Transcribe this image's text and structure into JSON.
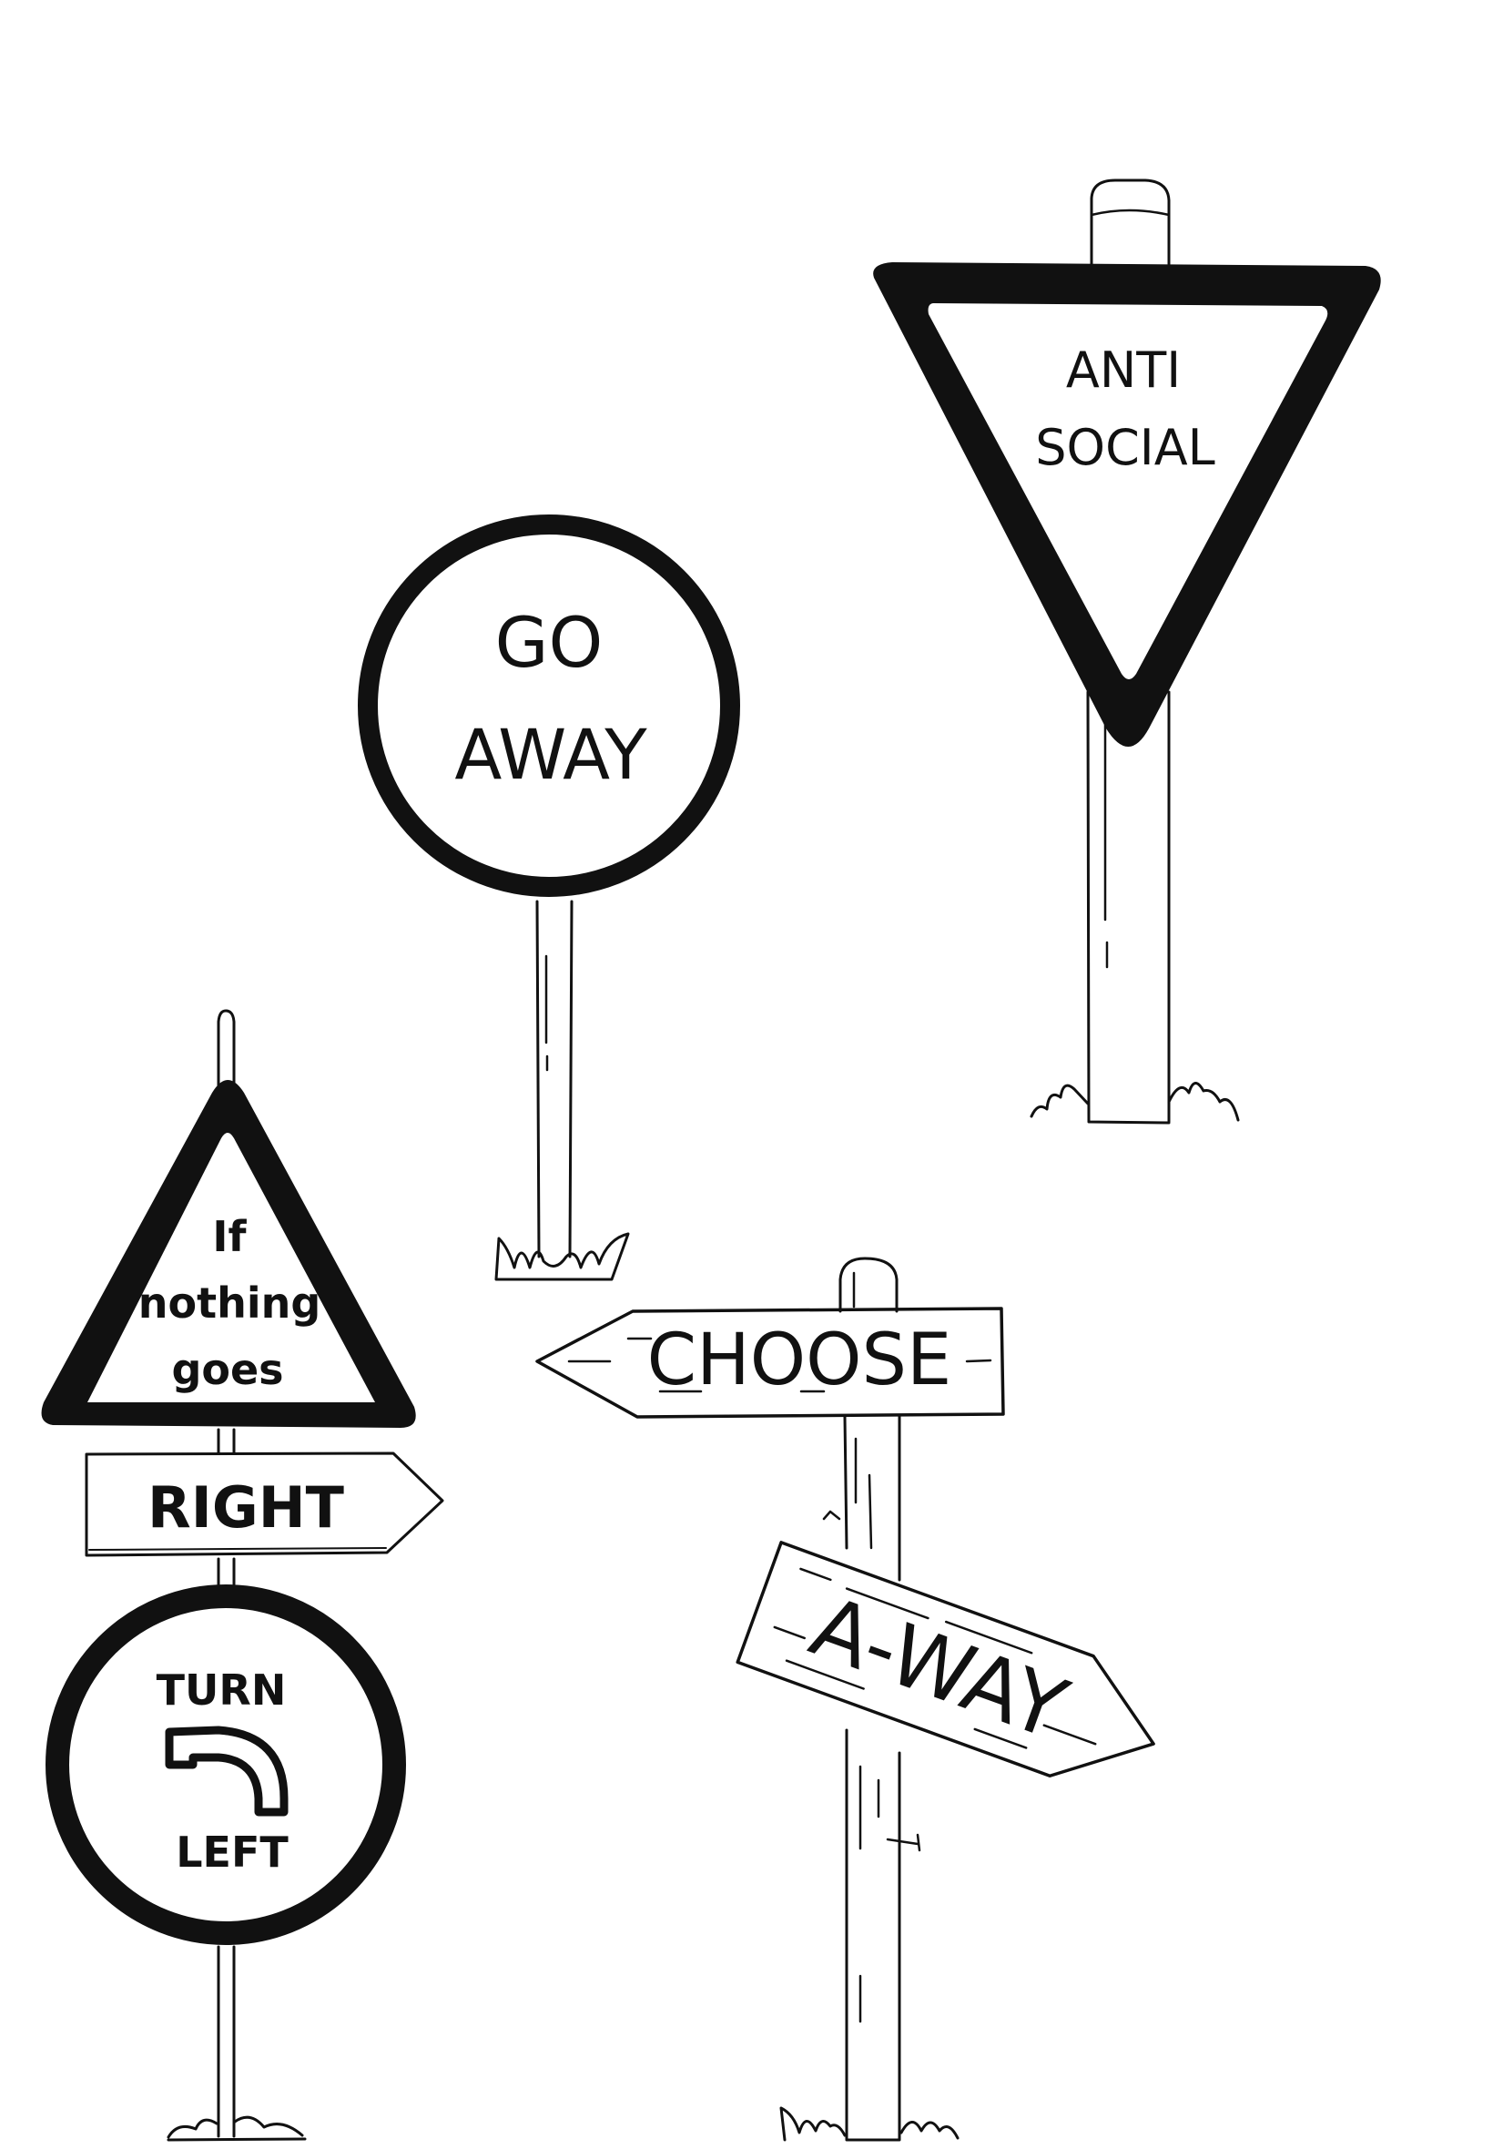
{
  "colors": {
    "ink": "#111111",
    "paper": "#ffffff"
  },
  "signs": {
    "yield_sign": {
      "line1": "ANTI",
      "line2": "SOCIAL"
    },
    "round_sign": {
      "line1": "GO",
      "line2": "AWAY"
    },
    "warning_sign": {
      "line1": "If",
      "line2": "nothing",
      "line3": "goes"
    },
    "right_arrow": {
      "label": "RIGHT"
    },
    "turn_sign": {
      "line1": "TURN",
      "line2": "LEFT",
      "icon": "turn-left-arrow-icon"
    },
    "choose_arrow": {
      "label": "CHOOSE"
    },
    "away_arrow": {
      "label": "A-WAY"
    }
  },
  "icons": [
    "grass-icon",
    "turn-left-arrow-icon"
  ]
}
